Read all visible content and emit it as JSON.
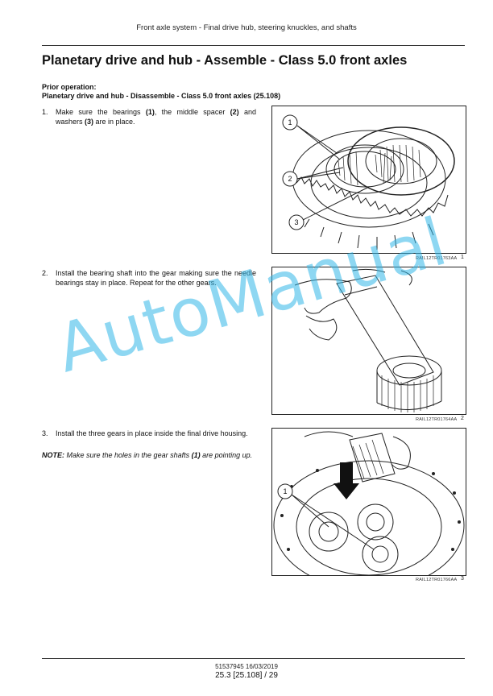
{
  "header": {
    "running_title": "Front axle system - Final drive hub, steering knuckles, and shafts"
  },
  "title": "Planetary drive and hub - Assemble - Class 5.0 front axles",
  "prior_operation": {
    "label": "Prior operation:",
    "link": "Planetary drive and hub - Disassemble - Class 5.0 front axles (25.108)"
  },
  "steps": [
    {
      "number": "1.",
      "parts": [
        "Make sure the bearings ",
        "(1)",
        ", the middle spacer ",
        "(2)",
        " and washers ",
        "(3)",
        " are in place."
      ]
    },
    {
      "number": "2.",
      "text": "Install the bearing shaft into the gear making sure the needle bearings stay in place.  Repeat for the other gears."
    },
    {
      "number": "3.",
      "text": "Install the three gears in place inside the final drive housing."
    }
  ],
  "note": {
    "label": "NOTE:",
    "parts": [
      " Make sure the holes in the gear shafts ",
      "(1)",
      " are pointing up."
    ]
  },
  "figures": [
    {
      "code": "RAIL12TR01763AA",
      "number": "1",
      "callouts": [
        "1",
        "2",
        "3"
      ]
    },
    {
      "code": "RAIL12TR01764AA",
      "number": "2"
    },
    {
      "code": "RAIL12TR01766AA",
      "number": "3",
      "callouts": [
        "1"
      ]
    }
  ],
  "watermark": "AutoManual",
  "footer": {
    "code_date": "51537945 16/03/2019",
    "page": "25.3 [25.108] / 29"
  }
}
